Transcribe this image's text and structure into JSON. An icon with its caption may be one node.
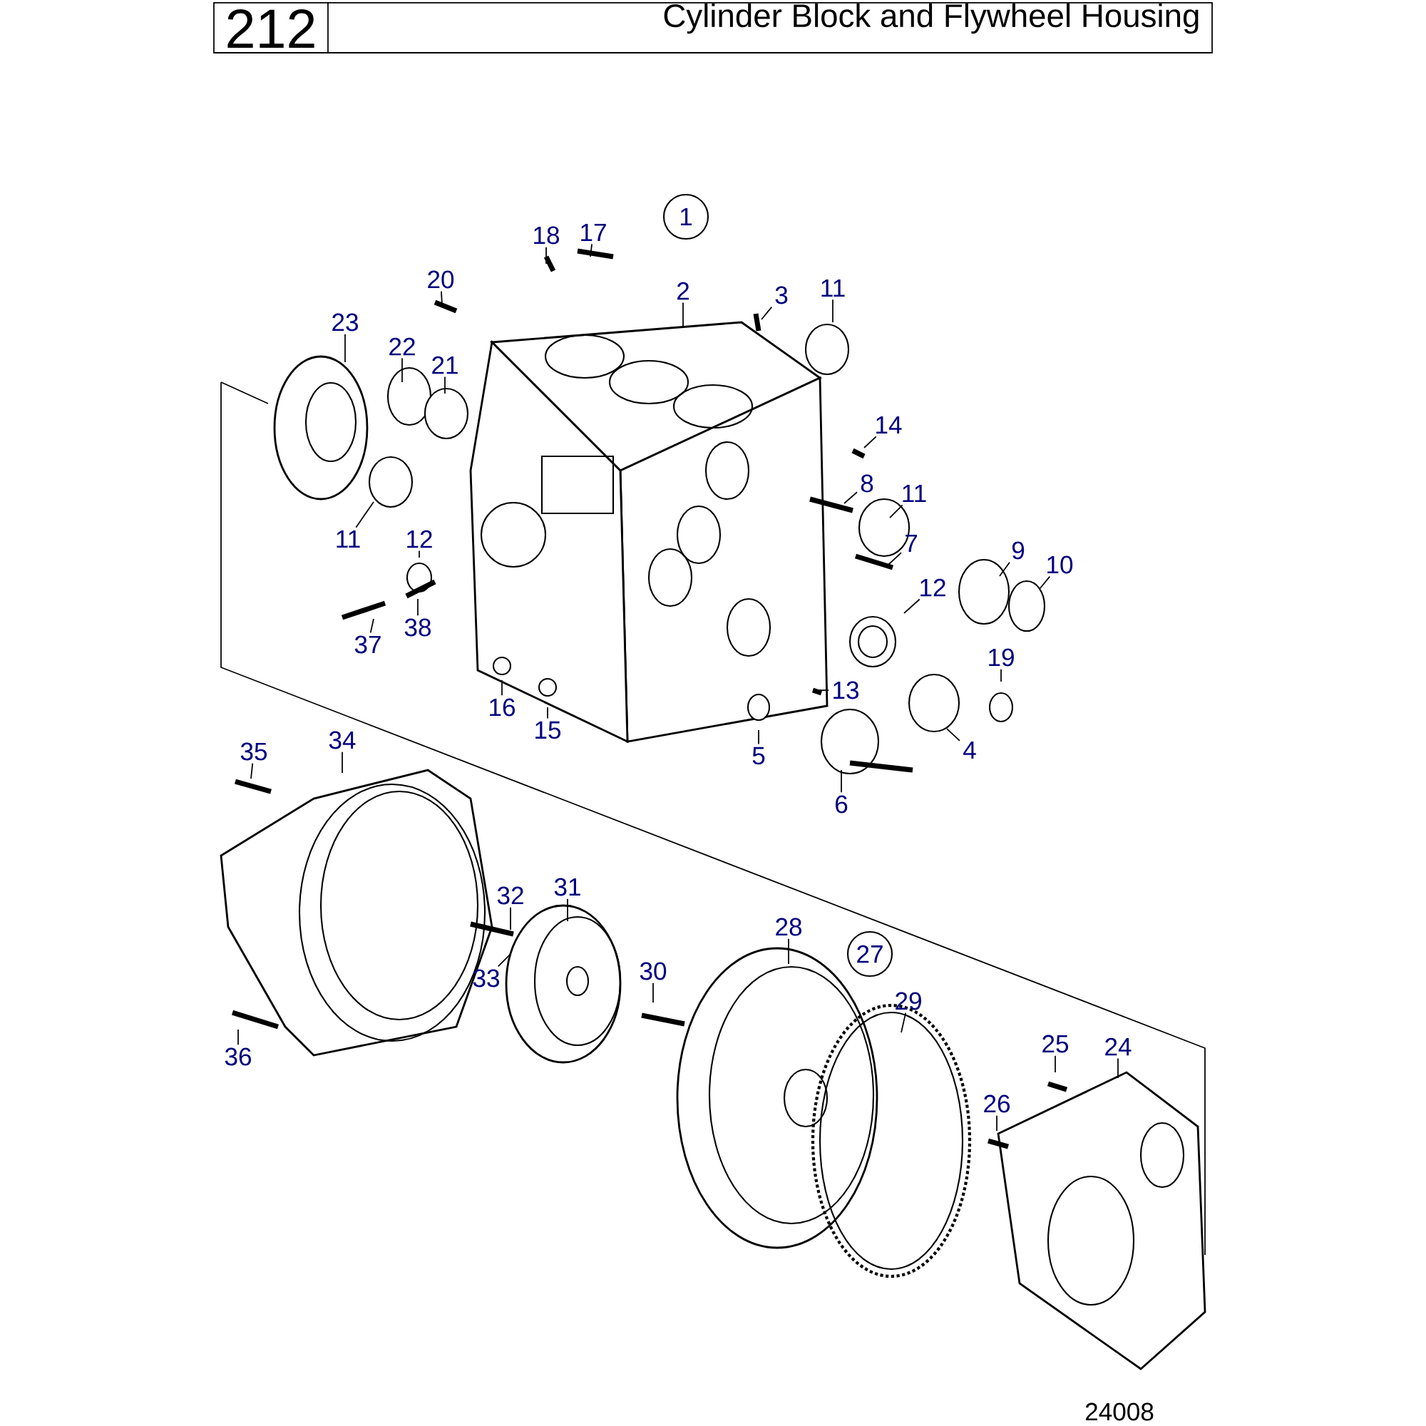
{
  "diagram": {
    "title": "Cylinder Block and Flywheel Housing",
    "nodes": [
      {
        "text": [
          "18"
        ]
      },
      {
        "text": [
          "17"
        ]
      },
      {
        "text": [
          "20"
        ]
      },
      {
        "text": [
          "2"
        ]
      },
      {
        "text": [
          "3"
        ]
      },
      {
        "text": [
          "11"
        ]
      },
      {
        "text": [
          "23"
        ]
      },
      {
        "text": [
          "22"
        ]
      },
      {
        "text": [
          "21"
        ]
      },
      {
        "text": [
          "14"
        ]
      },
      {
        "text": [
          "8"
        ]
      },
      {
        "text": [
          "11"
        ]
      },
      {
        "text": [
          "7"
        ]
      },
      {
        "text": [
          "9"
        ]
      },
      {
        "text": [
          "10"
        ]
      },
      {
        "text": [
          "11"
        ]
      },
      {
        "text": [
          "12"
        ]
      },
      {
        "text": [
          "38"
        ]
      },
      {
        "text": [
          "37"
        ]
      },
      {
        "text": [
          "12"
        ]
      },
      {
        "text": [
          "19"
        ]
      },
      {
        "text": [
          "13"
        ]
      },
      {
        "text": [
          "16"
        ]
      },
      {
        "text": [
          "15"
        ]
      },
      {
        "text": [
          "5"
        ]
      },
      {
        "text": [
          "4"
        ]
      },
      {
        "text": [
          "6"
        ]
      },
      {
        "text": [
          "35"
        ]
      },
      {
        "text": [
          "34"
        ]
      },
      {
        "text": [
          "32"
        ]
      },
      {
        "text": [
          "31"
        ]
      },
      {
        "text": [
          "33"
        ]
      },
      {
        "text": [
          "30"
        ]
      },
      {
        "text": [
          "28"
        ]
      },
      {
        "text": [
          "29"
        ]
      },
      {
        "text": [
          "25"
        ]
      },
      {
        "text": [
          "24"
        ]
      },
      {
        "text": [
          "26"
        ]
      },
      {
        "text": [
          "36"
        ]
      }
    ],
    "edges": [
      {
        "from": 0,
        "to": null,
        "arrow": "none"
      },
      {
        "from": 1,
        "to": null,
        "arrow": "none"
      },
      {
        "from": 2,
        "to": null,
        "arrow": "none"
      },
      {
        "from": 3,
        "to": null,
        "arrow": "none"
      },
      {
        "from": 4,
        "to": null,
        "arrow": "none"
      },
      {
        "from": 5,
        "to": null,
        "arrow": "none"
      },
      {
        "from": 6,
        "to": null,
        "arrow": "none"
      },
      {
        "from": 7,
        "to": null,
        "arrow": "none"
      },
      {
        "from": 8,
        "to": null,
        "arrow": "none"
      },
      {
        "from": 9,
        "to": null,
        "arrow": "none"
      },
      {
        "from": 10,
        "to": null,
        "arrow": "none"
      },
      {
        "from": 11,
        "to": null,
        "arrow": "none"
      },
      {
        "from": 12,
        "to": null,
        "arrow": "none"
      },
      {
        "from": 13,
        "to": null,
        "arrow": "none"
      },
      {
        "from": 14,
        "to": null,
        "arrow": "none"
      },
      {
        "from": 15,
        "to": null,
        "arrow": "none"
      },
      {
        "from": 16,
        "to": null,
        "arrow": "none"
      },
      {
        "from": 17,
        "to": null,
        "arrow": "none"
      },
      {
        "from": 18,
        "to": null,
        "arrow": "none"
      },
      {
        "from": 19,
        "to": null,
        "arrow": "none"
      },
      {
        "from": 20,
        "to": null,
        "arrow": "none"
      },
      {
        "from": 21,
        "to": null,
        "arrow": "none"
      },
      {
        "from": 22,
        "to": null,
        "arrow": "none"
      },
      {
        "from": 23,
        "to": null,
        "arrow": "none"
      },
      {
        "from": 24,
        "to": null,
        "arrow": "none"
      },
      {
        "from": 25,
        "to": null,
        "arrow": "none"
      },
      {
        "from": 26,
        "to": null,
        "arrow": "none"
      },
      {
        "from": 27,
        "to": null,
        "arrow": "none"
      },
      {
        "from": 28,
        "to": null,
        "arrow": "none"
      },
      {
        "from": 29,
        "to": null,
        "arrow": "none"
      },
      {
        "from": 30,
        "to": null,
        "arrow": "none"
      },
      {
        "from": 31,
        "to": null,
        "arrow": "none"
      },
      {
        "from": 32,
        "to": null,
        "arrow": "none"
      },
      {
        "from": 33,
        "to": null,
        "arrow": "none"
      },
      {
        "from": 34,
        "to": null,
        "arrow": "none"
      },
      {
        "from": 35,
        "to": null,
        "arrow": "none"
      },
      {
        "from": 36,
        "to": null,
        "arrow": "none"
      },
      {
        "from": 37,
        "to": null,
        "arrow": "none"
      },
      {
        "from": 38,
        "to": null,
        "arrow": "none"
      }
    ],
    "labels": [
      "212",
      "1",
      "27",
      "24008"
    ]
  }
}
